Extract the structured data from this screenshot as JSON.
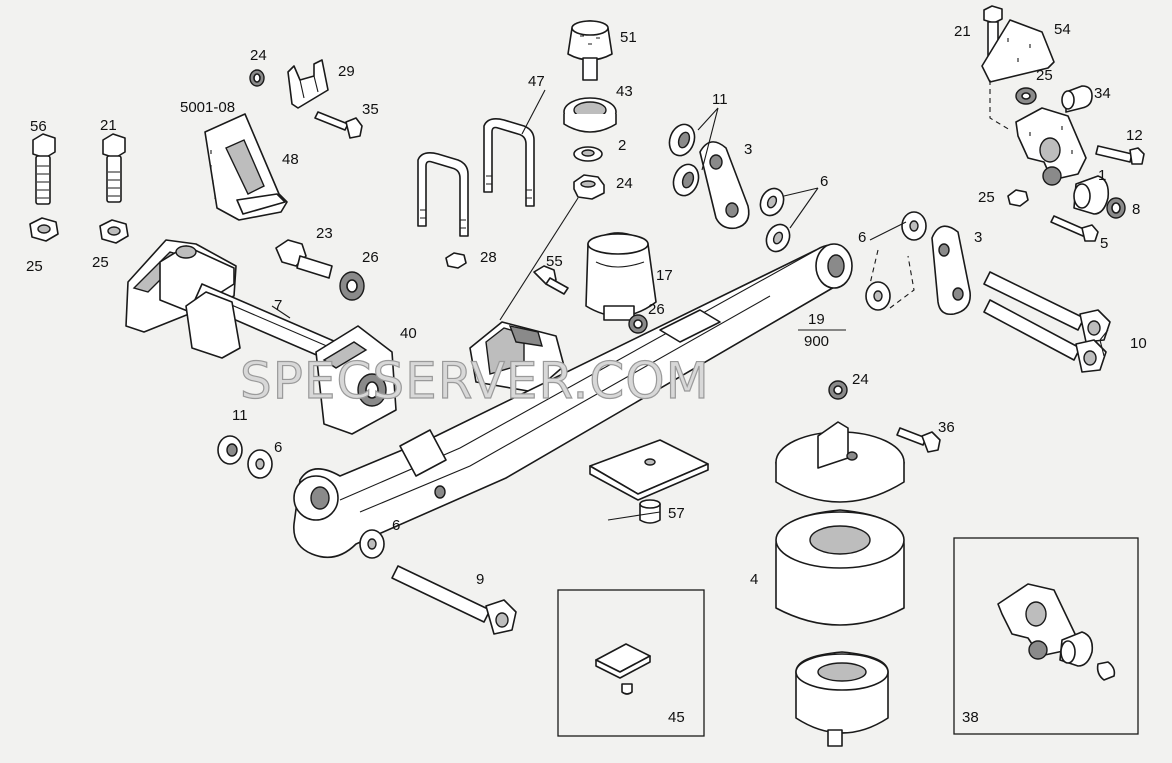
{
  "watermark": "SPECSERVER.COM",
  "labels": {
    "l56": "56",
    "l21a": "21",
    "l25a": "25",
    "l25b": "25",
    "l24a": "24",
    "l29": "29",
    "l35": "35",
    "l5001": "5001-08",
    "l48": "48",
    "l47": "47",
    "l28": "28",
    "l51": "51",
    "l43": "43",
    "l2": "2",
    "l24b": "24",
    "l23": "23",
    "l26a": "26",
    "l7": "7",
    "l40": "40",
    "l55": "55",
    "l17": "17",
    "l26b": "26",
    "l11a": "11",
    "l3a": "3",
    "l6a": "6",
    "l21b": "21",
    "l54": "54",
    "l25c": "25",
    "l34": "34",
    "l12": "12",
    "l1": "1",
    "l25d": "25",
    "l8": "8",
    "l5": "5",
    "l6b": "6",
    "l3b": "3",
    "l10": "10",
    "l19": "19",
    "l900": "900",
    "l24c": "24",
    "l11b": "11",
    "l6c": "6",
    "l36": "36",
    "l57": "57",
    "l6d": "6",
    "l9": "9",
    "l4": "4",
    "l45": "45",
    "l38": "38"
  }
}
